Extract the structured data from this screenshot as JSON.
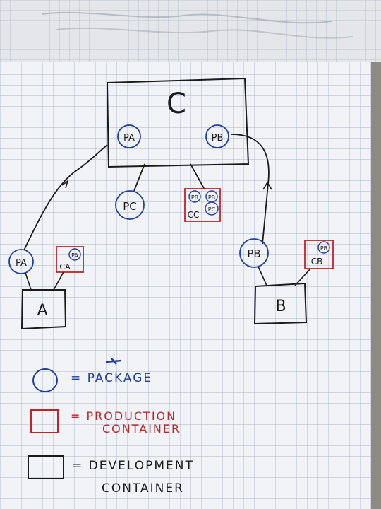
{
  "diagram": {
    "top_box_label": "C",
    "dev_box_a_label": "A",
    "dev_box_b_label": "B",
    "pkg_pa_left": "PA",
    "pkg_pa_in_c": "PA",
    "pkg_pb_in_c": "PB",
    "pkg_pc": "PC",
    "pkg_pb_right": "PB",
    "prod_ca_label": "CA",
    "prod_ca_pkg": "PA",
    "prod_cc_label": "CC",
    "prod_cc_pkg1": "PB",
    "prod_cc_pkg2": "PB",
    "prod_cc_pkg3": "PC",
    "prod_cb_label": "CB",
    "prod_cb_pkg": "PB"
  },
  "legend": {
    "package": "= PACKAGE",
    "production_line1": "= PRODUCTION",
    "production_line2": "CONTAINER",
    "development_line1": "= DEVELOPMENT",
    "development_line2": "CONTAINER"
  },
  "colors": {
    "paper": "#f2f3f6",
    "grid": "#aab7cc",
    "ink_black": "#1b1b1b",
    "ink_blue": "#203f9e",
    "ink_red": "#c0242a"
  }
}
